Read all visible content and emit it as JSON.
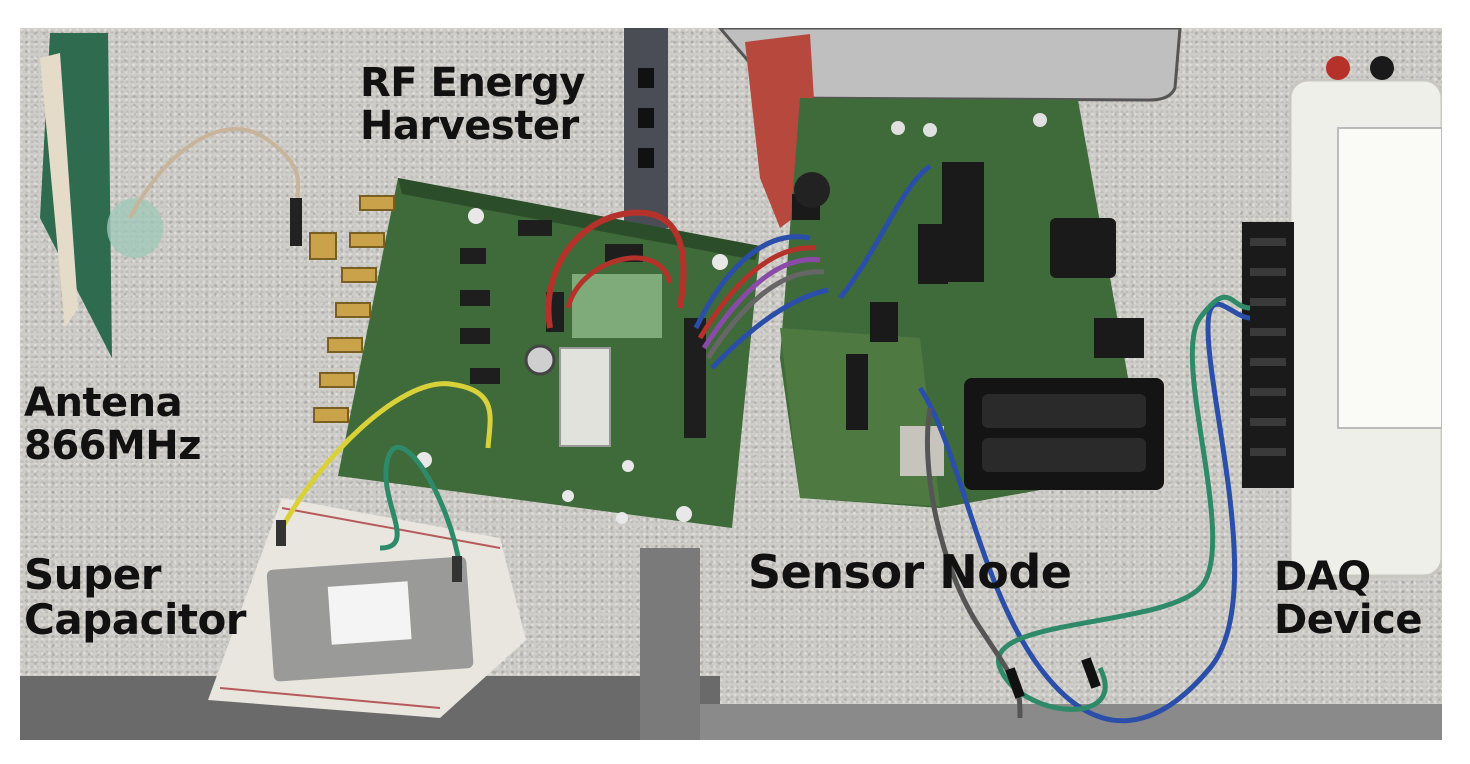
{
  "labels": {
    "rf_energy_harvester": {
      "line1": "RF Energy",
      "line2": "Harvester"
    },
    "antenna": {
      "line1": "Antena",
      "line2": "866MHz"
    },
    "super_capacitor": {
      "line1": "Super",
      "line2": "Capacitor"
    },
    "sensor_node": "Sensor Node",
    "daq_device": {
      "line1": "DAQ",
      "line2": "Device"
    }
  },
  "colors": {
    "table": "#cfcdc8",
    "pcb": "#3f6a3a",
    "pcb_dark": "#2c4d2a",
    "antenna_board": "#2e6b4f",
    "daq_body": "#efefea",
    "connector_black": "#1a1a1a",
    "wire_blue": "#2b4fa8",
    "wire_green": "#2f8a6a",
    "wire_red": "#b5322a",
    "wire_yellow": "#d9d13a",
    "wire_gray": "#666666",
    "sma_gold": "#c9a24a",
    "breadboard": "#e9e6df",
    "capacitor": "#9a9a98"
  }
}
